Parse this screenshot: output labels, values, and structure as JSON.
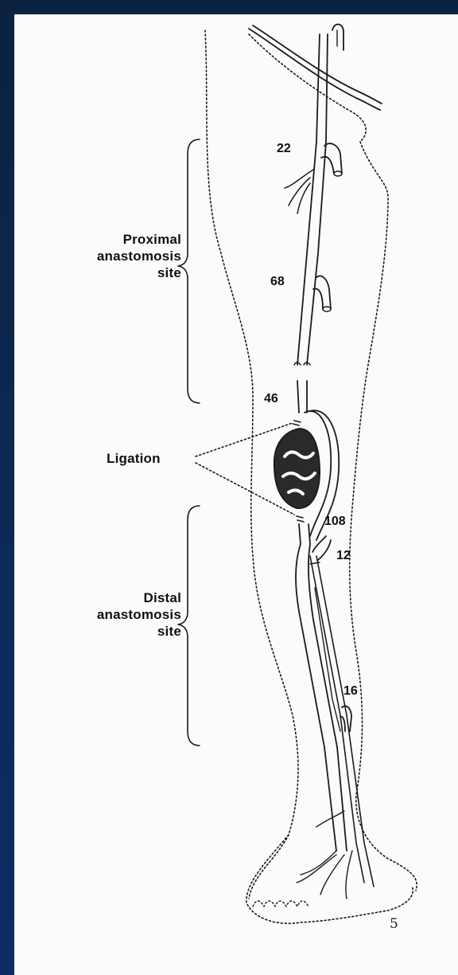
{
  "labels": {
    "proximal": [
      "Proximal",
      "anastomosis",
      "site"
    ],
    "distal": [
      "Distal",
      "anastomosis",
      "site"
    ],
    "ligation": "Ligation"
  },
  "branch_numbers": [
    "22",
    "68",
    "46",
    "108",
    "12",
    "16"
  ],
  "figure_number": "5"
}
